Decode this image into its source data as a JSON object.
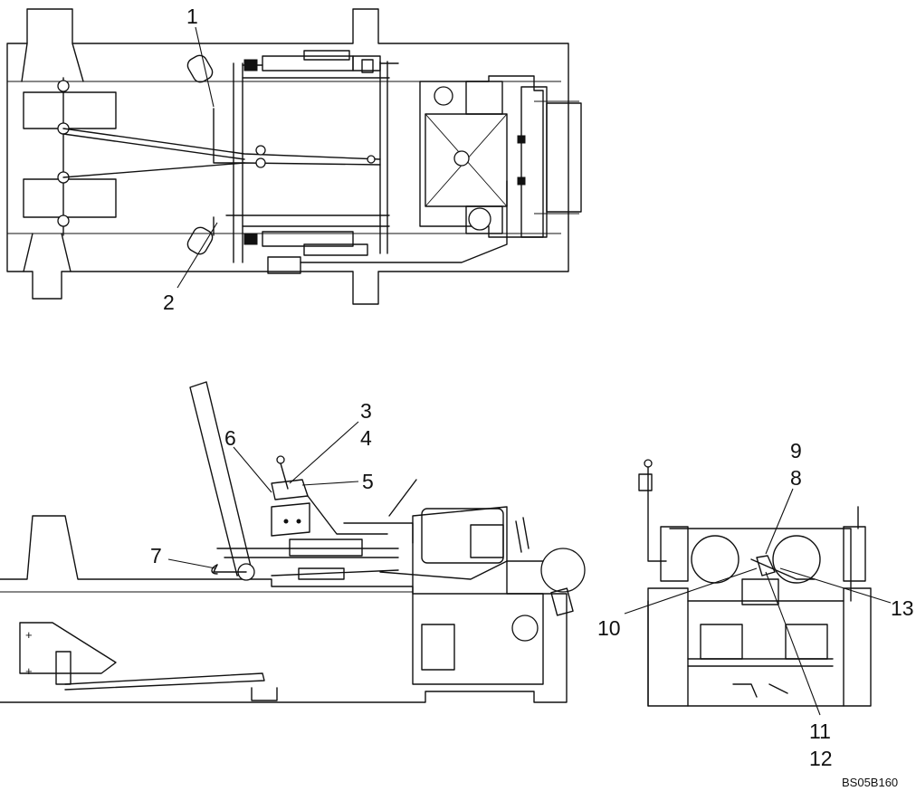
{
  "callouts": {
    "c1": "1",
    "c2": "2",
    "c3": "3",
    "c4": "4",
    "c5": "5",
    "c6": "6",
    "c7": "7",
    "c8": "8",
    "c9": "9",
    "c10": "10",
    "c11": "11",
    "c12": "12",
    "c13": "13"
  },
  "drawing_code": "BS05B160"
}
